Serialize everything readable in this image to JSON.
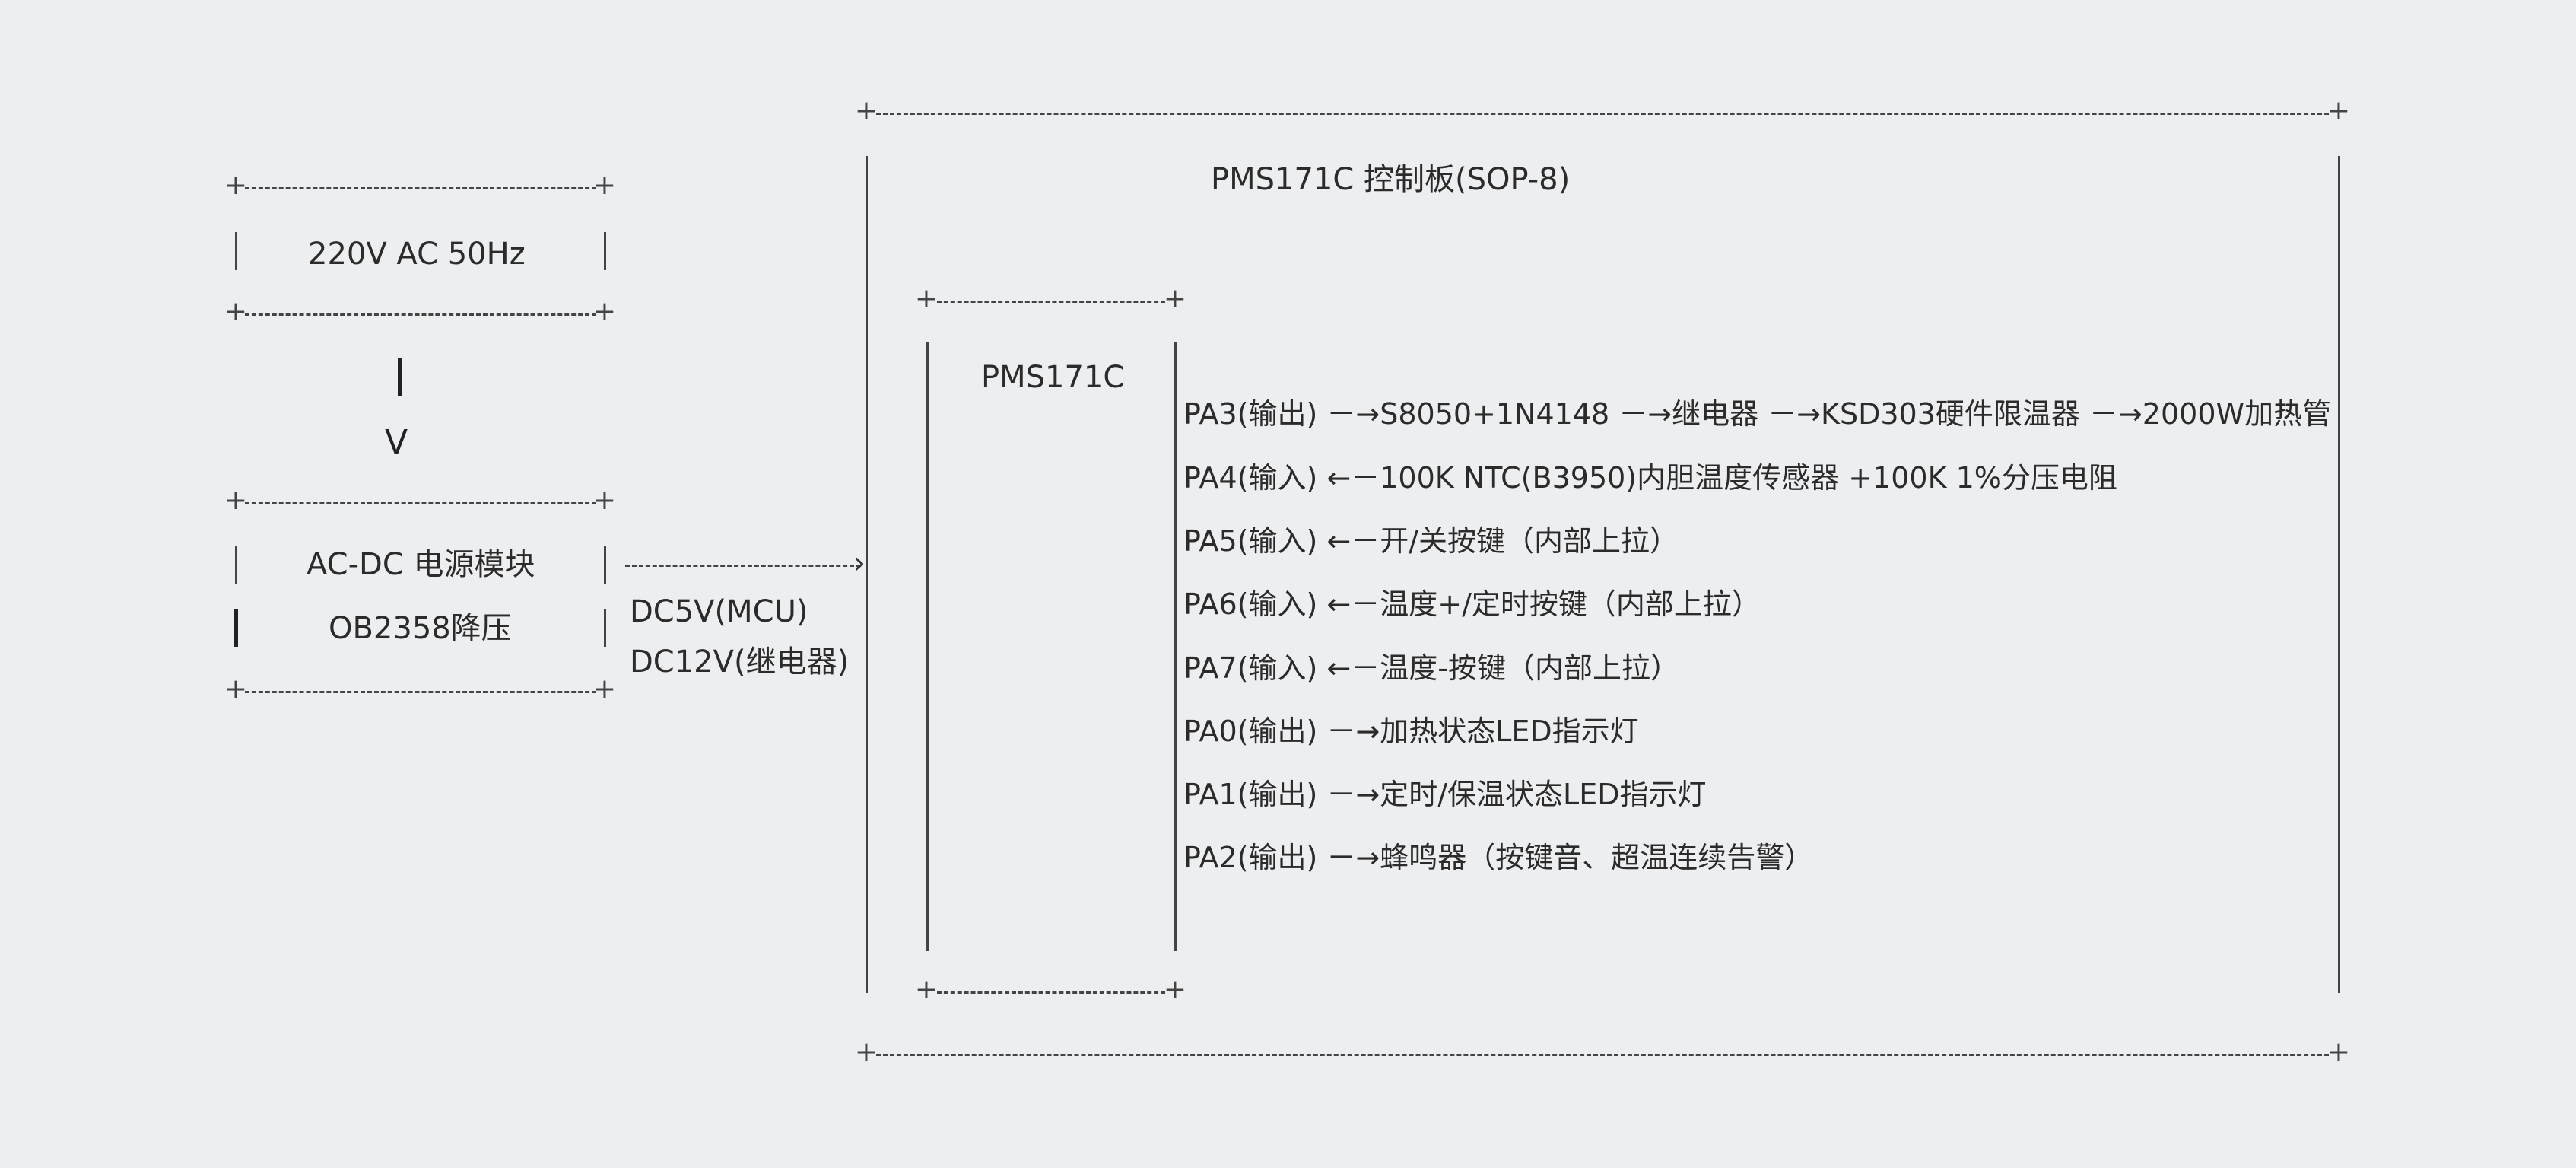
{
  "power_chain": {
    "ac_source": "220V AC 50Hz",
    "arrow_down": "V",
    "psu_line1": "AC-DC 电源模块",
    "psu_line2": "OB2358降压",
    "out_5v": "DC5V(MCU)",
    "out_12v": "DC12V(继电器)"
  },
  "board": {
    "title": "PMS171C 控制板(SOP-8)",
    "chip": "PMS171C"
  },
  "pins": [
    "PA3(输出) －→S8050+1N4148 －→继电器 －→KSD303硬件限温器 －→2000W加热管",
    "PA4(输入) ←－100K NTC(B3950)内胆温度传感器 +100K 1%分压电阻",
    "PA5(输入) ←－开/关按键（内部上拉）",
    "PA6(输入) ←－温度+/定时按键（内部上拉）",
    "PA7(输入) ←－温度-按键（内部上拉）",
    "PA0(输出) －→加热状态LED指示灯",
    "PA1(输出) －→定时/保温状态LED指示灯",
    "PA2(输出) －→蜂鸣器（按键音、超温连续告警）"
  ],
  "colors": {
    "background": "#edeef0",
    "line": "#444444",
    "text": "#2b2b2b"
  }
}
